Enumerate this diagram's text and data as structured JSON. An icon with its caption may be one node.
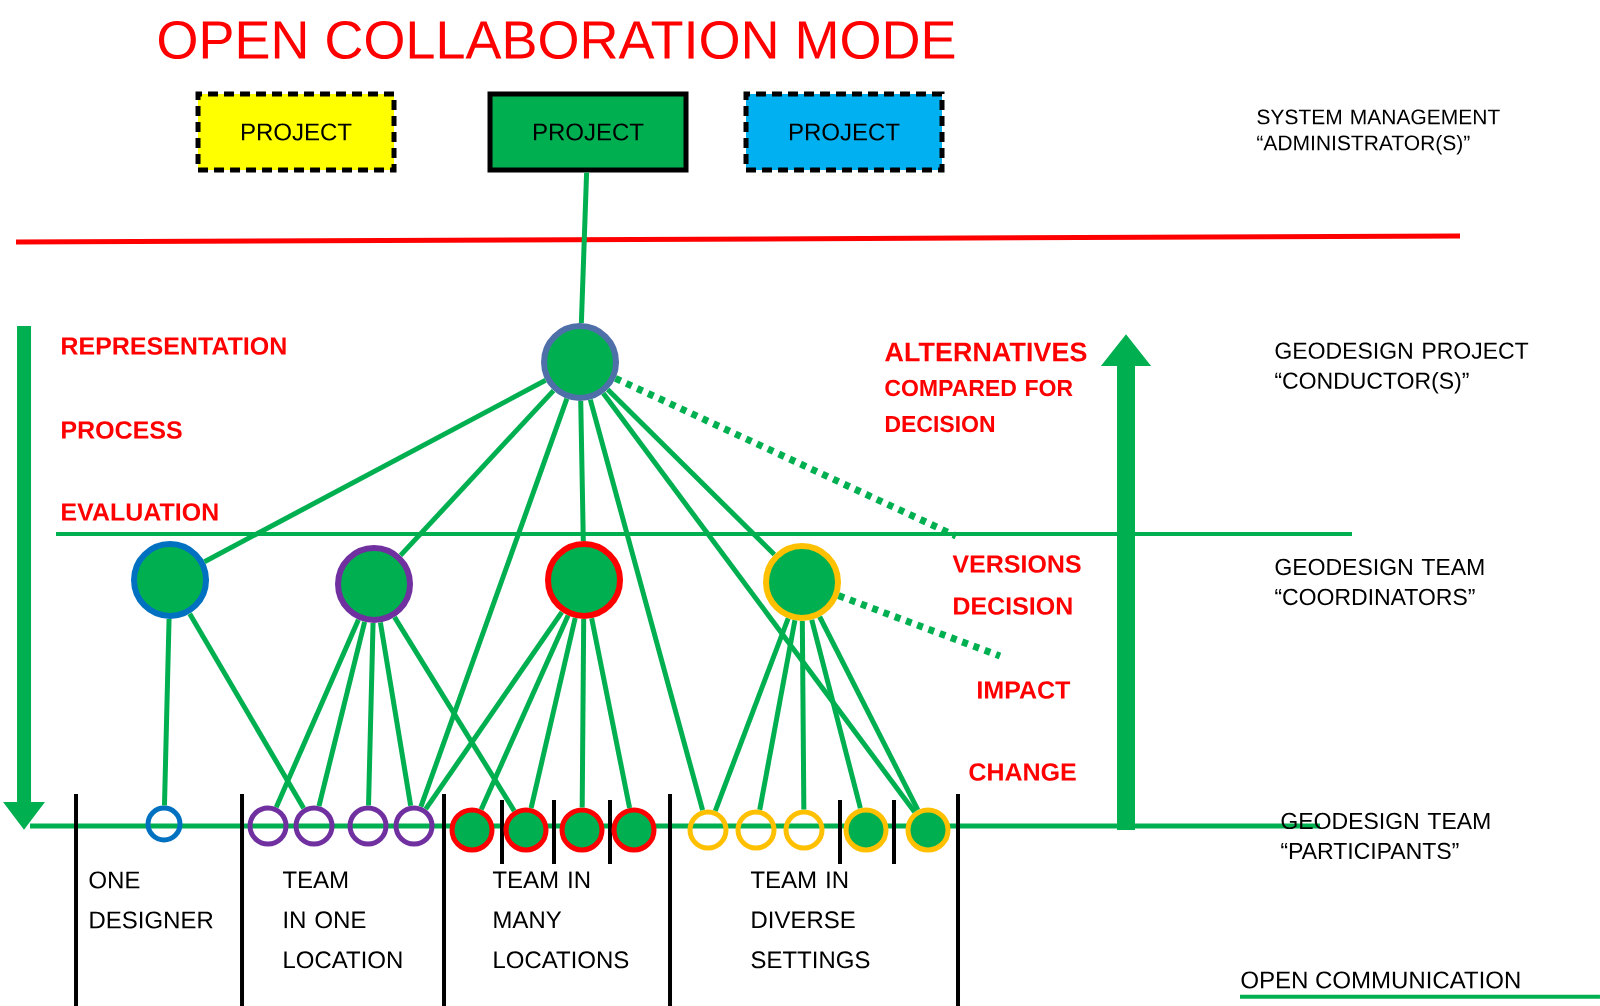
{
  "diagram": {
    "title": "OPEN COLLABORATION MODE",
    "nodes": [
      {
        "text": [
          "PROJECT"
        ]
      },
      {
        "text": [
          "PROJECT"
        ]
      },
      {
        "text": [
          "PROJECT"
        ]
      },
      {
        "text": [],
        "shape": "circle"
      },
      {
        "text": [],
        "shape": "circle"
      },
      {
        "text": [],
        "shape": "circle"
      },
      {
        "text": [],
        "shape": "circle"
      },
      {
        "text": [],
        "shape": "circle"
      },
      {
        "text": [],
        "shape": "circle"
      },
      {
        "text": [],
        "shape": "circle"
      },
      {
        "text": [],
        "shape": "circle"
      },
      {
        "text": [],
        "shape": "circle"
      },
      {
        "text": [],
        "shape": "circle"
      },
      {
        "text": [],
        "shape": "circle"
      },
      {
        "text": [],
        "shape": "circle"
      },
      {
        "text": [],
        "shape": "circle"
      },
      {
        "text": [],
        "shape": "circle"
      },
      {
        "text": [],
        "shape": "circle"
      },
      {
        "text": [],
        "shape": "circle"
      },
      {
        "text": [],
        "shape": "circle"
      },
      {
        "text": [],
        "shape": "circle"
      },
      {
        "text": [],
        "shape": "circle"
      }
    ],
    "edges": [
      {
        "from": 1,
        "to": 3,
        "arrow": "none"
      },
      {
        "from": 3,
        "to": 4,
        "arrow": "none"
      },
      {
        "from": 3,
        "to": 5,
        "arrow": "none"
      },
      {
        "from": 3,
        "to": 6,
        "arrow": "none"
      },
      {
        "from": 3,
        "to": 7,
        "arrow": "none"
      },
      {
        "from": 3,
        "to": 12,
        "arrow": "none"
      },
      {
        "from": 3,
        "to": 17,
        "arrow": "none"
      },
      {
        "from": 3,
        "to": 21,
        "arrow": "none"
      },
      {
        "from": 3,
        "to": null,
        "arrow": "none",
        "style": "dashed"
      },
      {
        "from": 4,
        "to": 8,
        "arrow": "none"
      },
      {
        "from": 4,
        "to": 10,
        "arrow": "none"
      },
      {
        "from": 5,
        "to": 9,
        "arrow": "none"
      },
      {
        "from": 5,
        "to": 10,
        "arrow": "none"
      },
      {
        "from": 5,
        "to": 11,
        "arrow": "none"
      },
      {
        "from": 5,
        "to": 12,
        "arrow": "none"
      },
      {
        "from": 5,
        "to": 14,
        "arrow": "none"
      },
      {
        "from": 6,
        "to": 12,
        "arrow": "none"
      },
      {
        "from": 6,
        "to": 13,
        "arrow": "none"
      },
      {
        "from": 6,
        "to": 14,
        "arrow": "none"
      },
      {
        "from": 6,
        "to": 15,
        "arrow": "none"
      },
      {
        "from": 6,
        "to": 16,
        "arrow": "none"
      },
      {
        "from": 7,
        "to": 17,
        "arrow": "none"
      },
      {
        "from": 7,
        "to": 18,
        "arrow": "none"
      },
      {
        "from": 7,
        "to": 19,
        "arrow": "none"
      },
      {
        "from": 7,
        "to": 20,
        "arrow": "none"
      },
      {
        "from": 7,
        "to": 21,
        "arrow": "none"
      },
      {
        "from": 7,
        "to": null,
        "arrow": "none",
        "style": "dashed"
      }
    ],
    "labels": [
      "REPRESENTATION",
      "PROCESS",
      "EVALUATION",
      "ALTERNATIVES",
      "COMPARED FOR DECISION",
      "VERSIONS",
      "DECISION",
      "IMPACT",
      "CHANGE",
      "SYSTEM MANAGEMENT “ADMINISTRATOR(S)”",
      "GEODESIGN PROJECT “CONDUCTOR(S)”",
      "GEODESIGN TEAM “COORDINATORS”",
      "GEODESIGN TEAM “PARTICIPANTS”",
      "ONE DESIGNER",
      "TEAM IN ONE LOCATION",
      "TEAM IN MANY LOCATIONS",
      "TEAM IN DIVERSE SETTINGS"
    ],
    "legend": [
      {
        "text": "OPEN COMMUNICATION"
      }
    ]
  }
}
